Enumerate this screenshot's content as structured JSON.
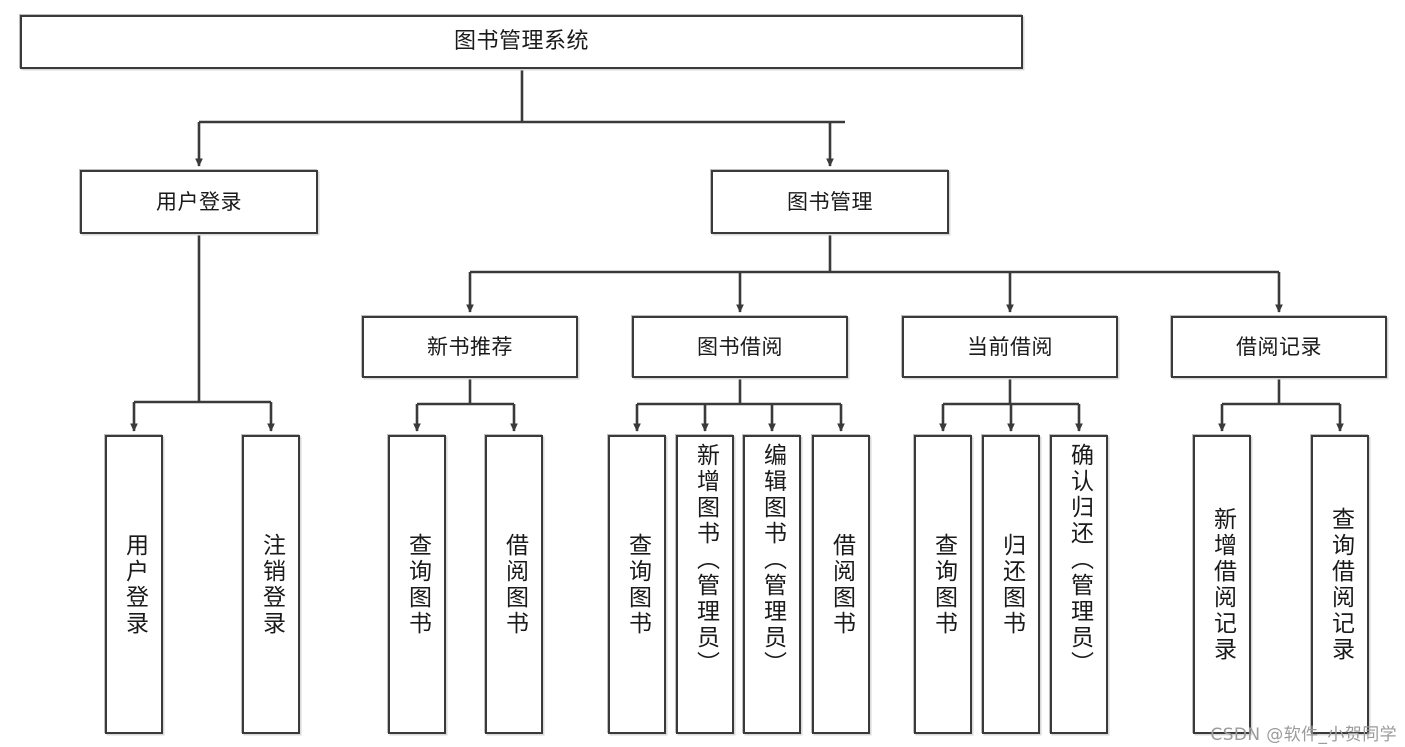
{
  "diagram": {
    "title": "图书管理系统",
    "type": "tree-hierarchy-chart",
    "watermark": "CSDN @软件_小贺同学",
    "line_color": "#3a3a3a",
    "box_fill": "#ffffff",
    "text_color": "#1a1a1a",
    "levels": 4,
    "root": {
      "label": "图书管理系统"
    },
    "level2": [
      {
        "label": "用户登录"
      },
      {
        "label": "图书管理"
      }
    ],
    "level3": [
      {
        "label": "新书推荐"
      },
      {
        "label": "图书借阅"
      },
      {
        "label": "当前借阅"
      },
      {
        "label": "借阅记录"
      }
    ],
    "leaves": {
      "user_login": [
        {
          "label": "用户登录"
        },
        {
          "label": "注销登录"
        }
      ],
      "new_book_recommend": [
        {
          "label": "查询图书"
        },
        {
          "label": "借阅图书"
        }
      ],
      "book_borrow": [
        {
          "label": "查询图书"
        },
        {
          "label": "新增图书（管理员）"
        },
        {
          "label": "编辑图书（管理员）"
        },
        {
          "label": "借阅图书"
        }
      ],
      "current_borrow": [
        {
          "label": "查询图书"
        },
        {
          "label": "归还图书"
        },
        {
          "label": "确认归还（管理员）"
        }
      ],
      "borrow_records": [
        {
          "label": "新增借阅记录"
        },
        {
          "label": "查询借阅记录"
        }
      ]
    }
  }
}
